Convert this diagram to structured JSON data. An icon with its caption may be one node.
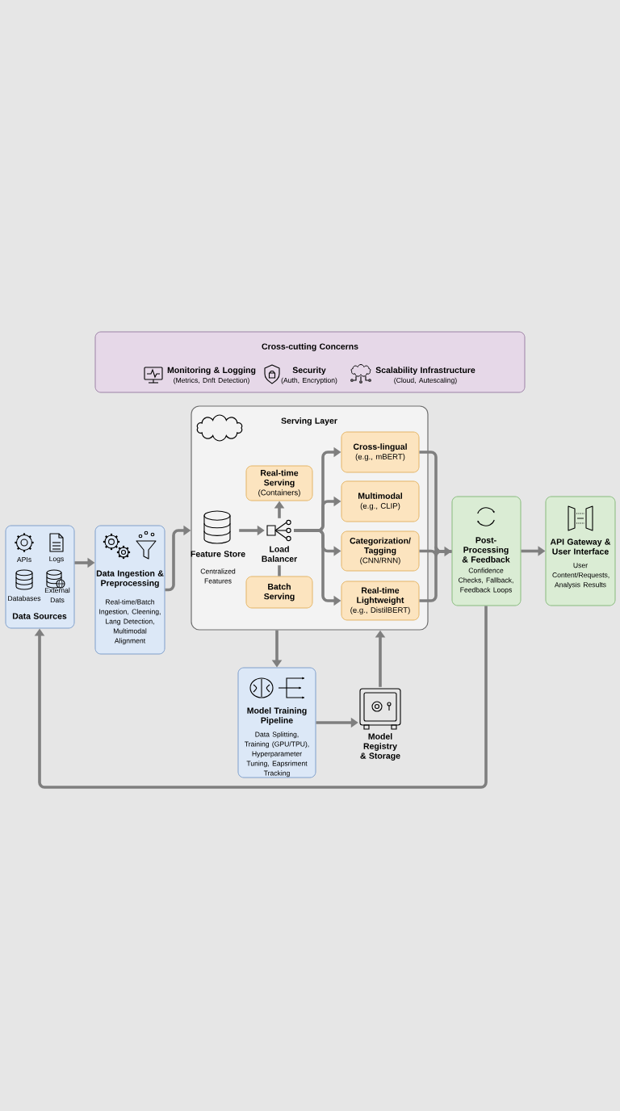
{
  "diagram": {
    "nodes": [
      {
        "text": [
          "Cross-cutting Concerns",
          "Monitoring & Logging",
          "(Metrics, Dnft Detection)",
          "Security",
          "(Auth, Encryption)",
          "Scalability Infrastructure",
          "(Cloud, Autescaling)"
        ]
      },
      {
        "text": [
          "APIs",
          "Logs",
          "Databases",
          "External Dats",
          "Data Sources"
        ]
      },
      {
        "text": [
          "Data Ingestion & Preprocessing",
          "Real-time/Batch Ingestion, Cleening, Lang Detection, Multimodal Alignment"
        ]
      },
      {
        "text": [
          "Serving Layer"
        ]
      },
      {
        "text": [
          "Feature Store",
          "Centralized Features"
        ],
        "in": 3
      },
      {
        "text": [
          "Load Balancer"
        ],
        "in": 3
      },
      {
        "text": [
          "Real-time Serving",
          "(Containers)"
        ],
        "in": 3
      },
      {
        "text": [
          "Batch Serving"
        ],
        "in": 3
      },
      {
        "text": [
          "Cross-lingual",
          "(e.g., mBERT)"
        ],
        "in": 3
      },
      {
        "text": [
          "Multimodal",
          "(e.g., CLIP)"
        ],
        "in": 3
      },
      {
        "text": [
          "Categorization/ Tagging",
          "(CNN/RNN)"
        ],
        "in": 3
      },
      {
        "text": [
          "Real-time Lightweight",
          "(e.g., DistilBERT)"
        ],
        "in": 3
      },
      {
        "text": [
          "Post-Processing & Feedback",
          "Confidence Checks, Fallback, Feedback Loops"
        ]
      },
      {
        "text": [
          "API Gateway & User Interface",
          "User Content/Requests, Analysis Results"
        ]
      },
      {
        "text": [
          "Model Training Pipeline",
          "Data Splitting, Training (GPU/TPU), Hyperparameter Tuning, Eapsriment Tracking"
        ]
      },
      {
        "text": [
          "Model Registry & Storage"
        ]
      }
    ],
    "edges": [
      {
        "from": 1,
        "to": 2,
        "arrow": "to"
      },
      {
        "from": 2,
        "to": 3,
        "arrow": "to"
      },
      {
        "from": 4,
        "to": 5,
        "arrow": "to"
      },
      {
        "from": 5,
        "to": 6,
        "arrow": "to"
      },
      {
        "from": 7,
        "to": 5,
        "arrow": "none"
      },
      {
        "from": 5,
        "to": 8,
        "arrow": "to"
      },
      {
        "from": 5,
        "to": 9,
        "arrow": "to"
      },
      {
        "from": 5,
        "to": 10,
        "arrow": "to"
      },
      {
        "from": 5,
        "to": 11,
        "arrow": "to"
      },
      {
        "from": 8,
        "to": 12,
        "arrow": "none"
      },
      {
        "from": 10,
        "to": 12,
        "arrow": "to"
      },
      {
        "from": 11,
        "to": 12,
        "arrow": "none"
      },
      {
        "from": 12,
        "to": 13,
        "arrow": "to"
      },
      {
        "from": 3,
        "to": 14,
        "arrow": "to"
      },
      {
        "from": 14,
        "to": 15,
        "arrow": "to"
      },
      {
        "from": 15,
        "to": 3,
        "arrow": "to"
      },
      {
        "from": 12,
        "to": 1,
        "arrow": "to"
      }
    ]
  }
}
